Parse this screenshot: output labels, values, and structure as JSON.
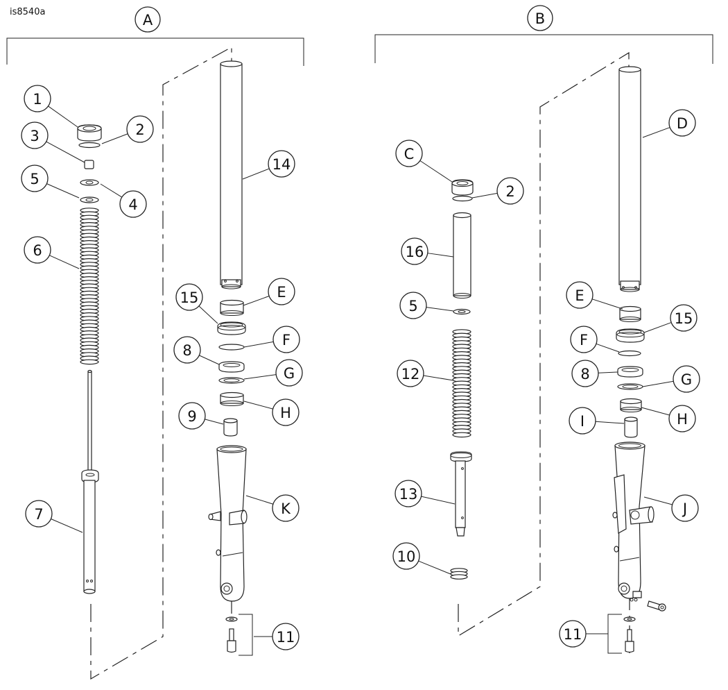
{
  "figure_ref": "is8540a",
  "assemblies": [
    {
      "id": "A",
      "label": "A"
    },
    {
      "id": "B",
      "label": "B"
    }
  ],
  "callouts": {
    "A": [
      "1",
      "2",
      "3",
      "4",
      "5",
      "6",
      "7",
      "14",
      "15",
      "E",
      "F",
      "8",
      "G",
      "H",
      "9",
      "K",
      "11"
    ],
    "B": [
      "C",
      "2",
      "16",
      "5",
      "12",
      "13",
      "10",
      "D",
      "E",
      "15",
      "F",
      "8",
      "G",
      "H",
      "I",
      "J",
      "11"
    ]
  }
}
